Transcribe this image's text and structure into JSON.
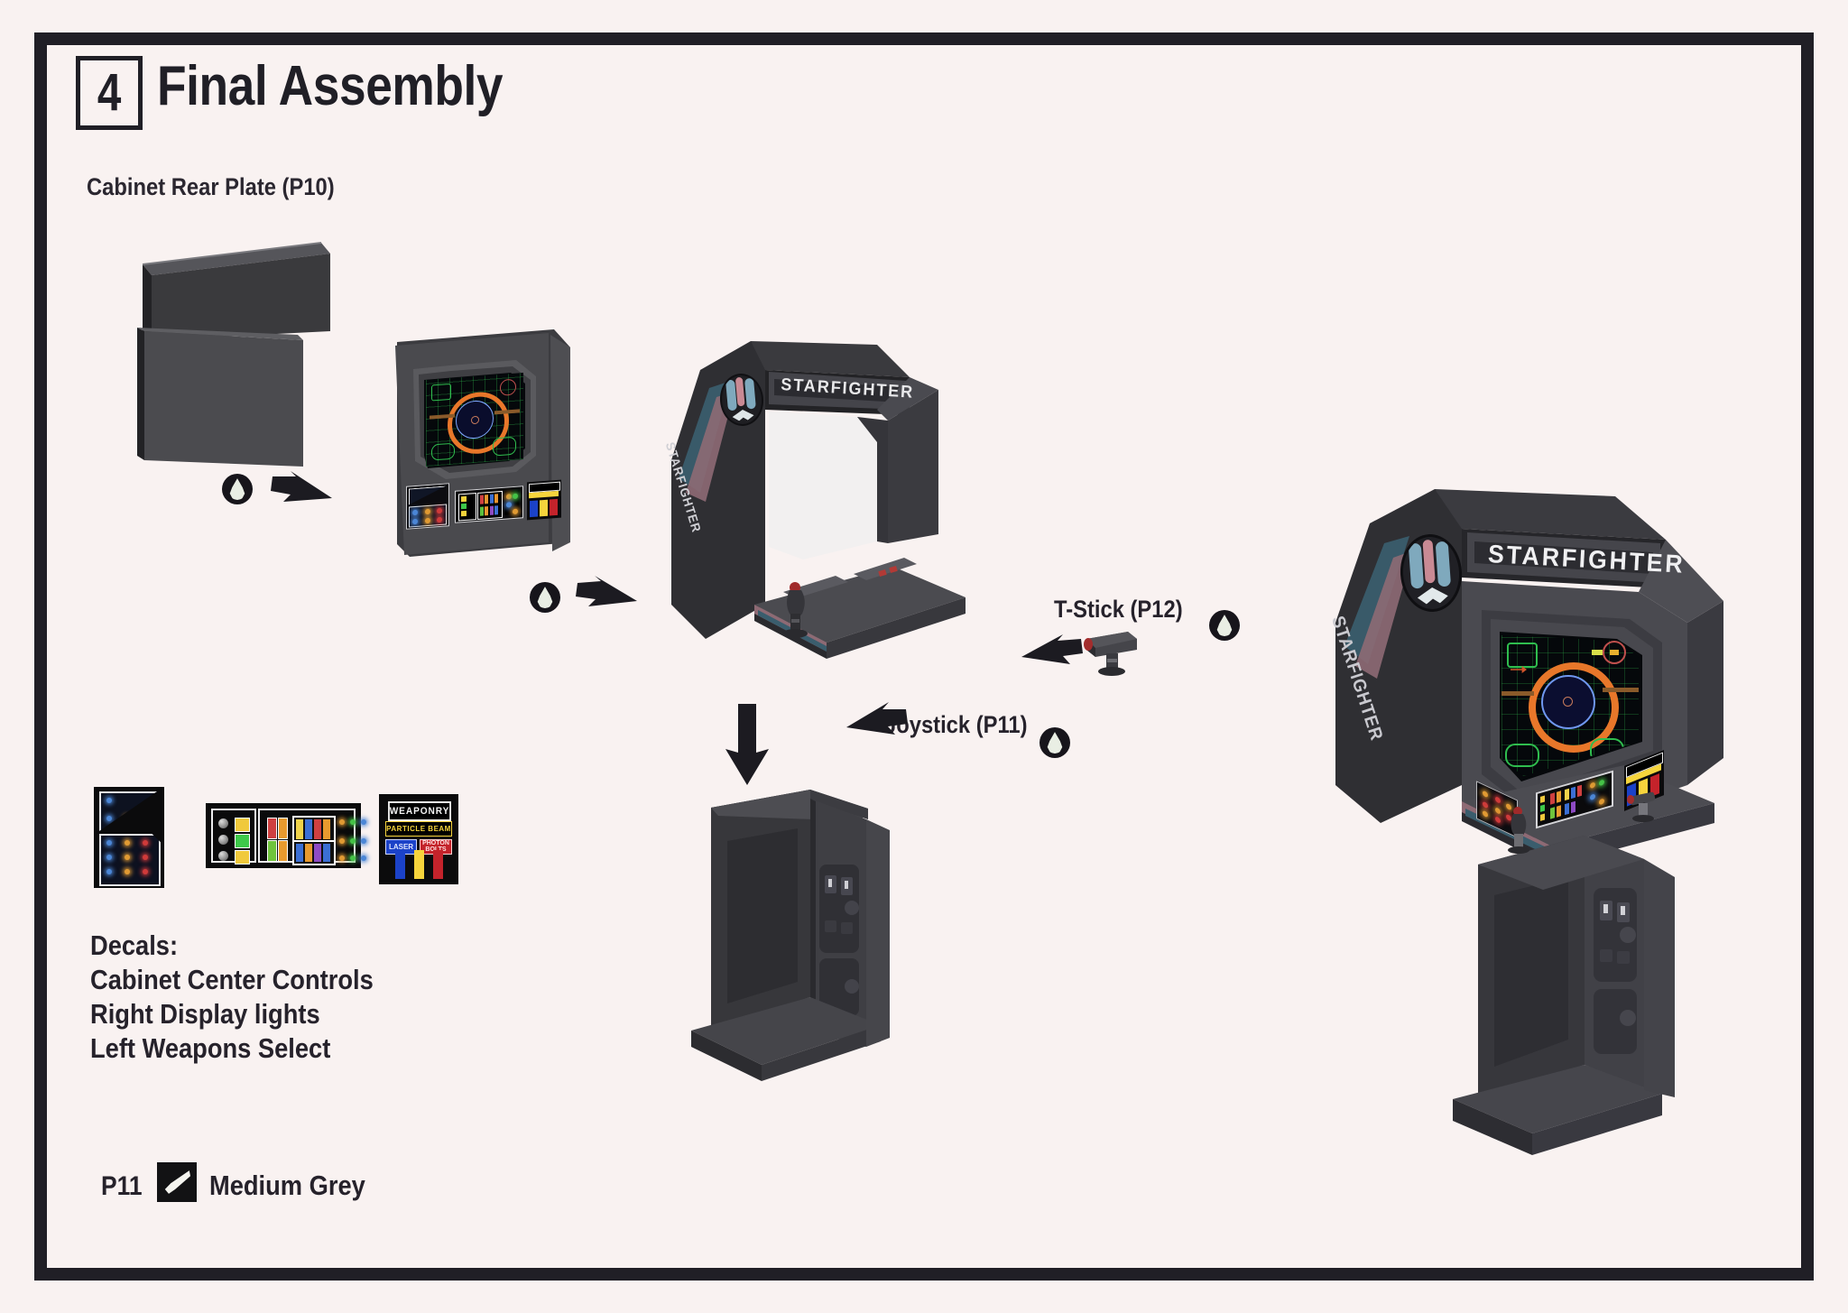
{
  "document": {
    "step_number": "4",
    "step_title": "Final Assembly",
    "section_label": "Cabinet Rear Plate (P10)"
  },
  "parts": [
    {
      "id": "P10",
      "name": "Cabinet Rear Plate",
      "label": "Cabinet Rear Plate (P10)"
    },
    {
      "id": "P11",
      "name": "Joystick",
      "label": "Joystick (P11)"
    },
    {
      "id": "P12",
      "name": "T-Stick",
      "label": "T-Stick (P12)"
    }
  ],
  "callouts": {
    "tstick": "T-Stick (P12)",
    "joystick": "Joystick (P11)"
  },
  "decals": {
    "heading": "Decals:",
    "items": [
      "Cabinet Center Controls",
      "Right Display lights",
      "Left Weapons Select"
    ],
    "weaponry_decal": {
      "title": "WEAPONRY",
      "option_1": "PARTICLE BEAM",
      "option_2": "LASER",
      "option_3": "PHOTON BOLTS",
      "colors": {
        "particle_beam": "#f6d43c",
        "laser": "#1b42c8",
        "photon_bolts": "#c4232b"
      }
    }
  },
  "paint": {
    "part_id": "P11",
    "color_name": "Medium Grey",
    "swatch_hex": "#8d8d90"
  },
  "cabinet": {
    "marquee_text": "STARFIGHTER",
    "side_art_text": "STARFIGHTER"
  },
  "icons": {
    "glue_drop": "glue-drop-icon",
    "paint_brush": "paint-brush-icon",
    "arrow": "assembly-arrow-icon"
  },
  "palette": {
    "page_background": "#f9f2f1",
    "frame_border": "#201f26",
    "ink": "#201f26",
    "cabinet_dark": "#2e2e31",
    "cabinet_mid": "#46464a",
    "cabinet_light": "#5a5a5e",
    "screen_orange": "#e8772a",
    "screen_green": "#2fbd4e",
    "side_art_pink": "#c98a94",
    "side_art_teal": "#79a6bb"
  }
}
